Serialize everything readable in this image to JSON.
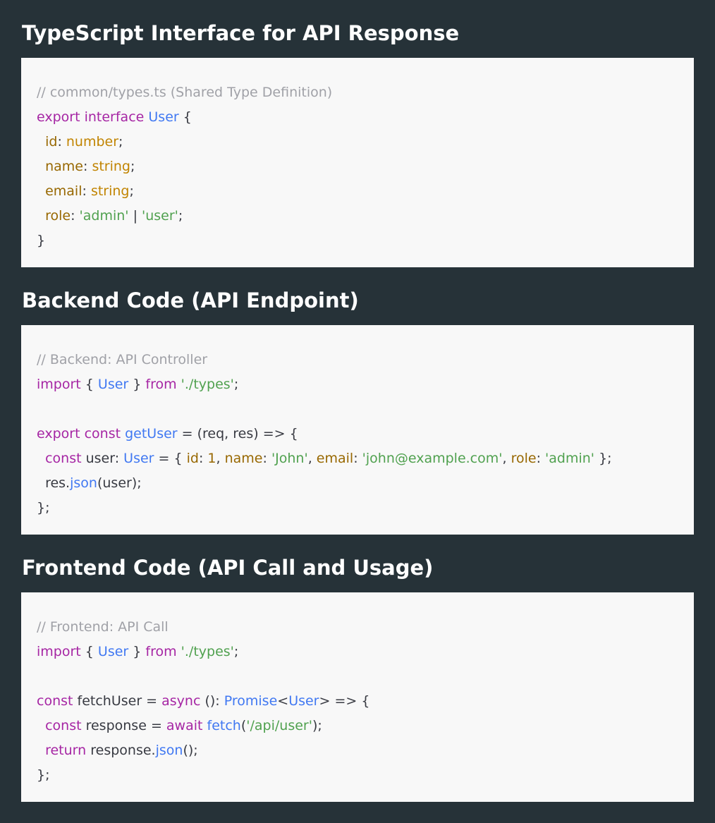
{
  "sections": [
    {
      "title": "TypeScript Interface for API Response",
      "lines": [
        [
          {
            "t": "// common/types.ts (Shared Type Definition)",
            "c": "comment"
          }
        ],
        [
          {
            "t": "export",
            "c": "keyword"
          },
          {
            "t": " ",
            "c": "plain"
          },
          {
            "t": "interface",
            "c": "keyword"
          },
          {
            "t": " ",
            "c": "plain"
          },
          {
            "t": "User",
            "c": "type"
          },
          {
            "t": " {",
            "c": "plain"
          }
        ],
        [
          {
            "t": "  ",
            "c": "plain"
          },
          {
            "t": "id",
            "c": "prop"
          },
          {
            "t": ": ",
            "c": "plain"
          },
          {
            "t": "number",
            "c": "prim"
          },
          {
            "t": ";",
            "c": "plain"
          }
        ],
        [
          {
            "t": "  ",
            "c": "plain"
          },
          {
            "t": "name",
            "c": "prop"
          },
          {
            "t": ": ",
            "c": "plain"
          },
          {
            "t": "string",
            "c": "prim"
          },
          {
            "t": ";",
            "c": "plain"
          }
        ],
        [
          {
            "t": "  ",
            "c": "plain"
          },
          {
            "t": "email",
            "c": "prop"
          },
          {
            "t": ": ",
            "c": "plain"
          },
          {
            "t": "string",
            "c": "prim"
          },
          {
            "t": ";",
            "c": "plain"
          }
        ],
        [
          {
            "t": "  ",
            "c": "plain"
          },
          {
            "t": "role",
            "c": "prop"
          },
          {
            "t": ": ",
            "c": "plain"
          },
          {
            "t": "'admin'",
            "c": "string"
          },
          {
            "t": " | ",
            "c": "plain"
          },
          {
            "t": "'user'",
            "c": "string"
          },
          {
            "t": ";",
            "c": "plain"
          }
        ],
        [
          {
            "t": "}",
            "c": "plain"
          }
        ]
      ]
    },
    {
      "title": "Backend Code (API Endpoint)",
      "lines": [
        [
          {
            "t": "// Backend: API Controller",
            "c": "comment"
          }
        ],
        [
          {
            "t": "import",
            "c": "keyword"
          },
          {
            "t": " { ",
            "c": "plain"
          },
          {
            "t": "User",
            "c": "type"
          },
          {
            "t": " } ",
            "c": "plain"
          },
          {
            "t": "from",
            "c": "keyword"
          },
          {
            "t": " ",
            "c": "plain"
          },
          {
            "t": "'./types'",
            "c": "string"
          },
          {
            "t": ";",
            "c": "plain"
          }
        ],
        [],
        [
          {
            "t": "export",
            "c": "keyword"
          },
          {
            "t": " ",
            "c": "plain"
          },
          {
            "t": "const",
            "c": "keyword"
          },
          {
            "t": " ",
            "c": "plain"
          },
          {
            "t": "getUser",
            "c": "func"
          },
          {
            "t": " = (req, res) => {",
            "c": "plain"
          }
        ],
        [
          {
            "t": "  ",
            "c": "plain"
          },
          {
            "t": "const",
            "c": "keyword"
          },
          {
            "t": " user: ",
            "c": "plain"
          },
          {
            "t": "User",
            "c": "type"
          },
          {
            "t": " = { ",
            "c": "plain"
          },
          {
            "t": "id",
            "c": "prop"
          },
          {
            "t": ": ",
            "c": "plain"
          },
          {
            "t": "1",
            "c": "number"
          },
          {
            "t": ", ",
            "c": "plain"
          },
          {
            "t": "name",
            "c": "prop"
          },
          {
            "t": ": ",
            "c": "plain"
          },
          {
            "t": "'John'",
            "c": "string"
          },
          {
            "t": ", ",
            "c": "plain"
          },
          {
            "t": "email",
            "c": "prop"
          },
          {
            "t": ": ",
            "c": "plain"
          },
          {
            "t": "'john@example.com'",
            "c": "string"
          },
          {
            "t": ", ",
            "c": "plain"
          },
          {
            "t": "role",
            "c": "prop"
          },
          {
            "t": ": ",
            "c": "plain"
          },
          {
            "t": "'admin'",
            "c": "string"
          },
          {
            "t": " };",
            "c": "plain"
          }
        ],
        [
          {
            "t": "  res.",
            "c": "plain"
          },
          {
            "t": "json",
            "c": "func"
          },
          {
            "t": "(user);",
            "c": "plain"
          }
        ],
        [
          {
            "t": "};",
            "c": "plain"
          }
        ]
      ]
    },
    {
      "title": "Frontend Code (API Call and Usage)",
      "lines": [
        [
          {
            "t": "// Frontend: API Call",
            "c": "comment"
          }
        ],
        [
          {
            "t": "import",
            "c": "keyword"
          },
          {
            "t": " { ",
            "c": "plain"
          },
          {
            "t": "User",
            "c": "type"
          },
          {
            "t": " } ",
            "c": "plain"
          },
          {
            "t": "from",
            "c": "keyword"
          },
          {
            "t": " ",
            "c": "plain"
          },
          {
            "t": "'./types'",
            "c": "string"
          },
          {
            "t": ";",
            "c": "plain"
          }
        ],
        [],
        [
          {
            "t": "const",
            "c": "keyword"
          },
          {
            "t": " fetchUser = ",
            "c": "plain"
          },
          {
            "t": "async",
            "c": "keyword"
          },
          {
            "t": " (): ",
            "c": "plain"
          },
          {
            "t": "Promise",
            "c": "type"
          },
          {
            "t": "<",
            "c": "plain"
          },
          {
            "t": "User",
            "c": "type"
          },
          {
            "t": "> => {",
            "c": "plain"
          }
        ],
        [
          {
            "t": "  ",
            "c": "plain"
          },
          {
            "t": "const",
            "c": "keyword"
          },
          {
            "t": " response = ",
            "c": "plain"
          },
          {
            "t": "await",
            "c": "keyword"
          },
          {
            "t": " ",
            "c": "plain"
          },
          {
            "t": "fetch",
            "c": "func"
          },
          {
            "t": "(",
            "c": "plain"
          },
          {
            "t": "'/api/user'",
            "c": "string"
          },
          {
            "t": ");",
            "c": "plain"
          }
        ],
        [
          {
            "t": "  ",
            "c": "plain"
          },
          {
            "t": "return",
            "c": "keyword"
          },
          {
            "t": " response.",
            "c": "plain"
          },
          {
            "t": "json",
            "c": "func"
          },
          {
            "t": "();",
            "c": "plain"
          }
        ],
        [
          {
            "t": "};",
            "c": "plain"
          }
        ]
      ]
    }
  ]
}
